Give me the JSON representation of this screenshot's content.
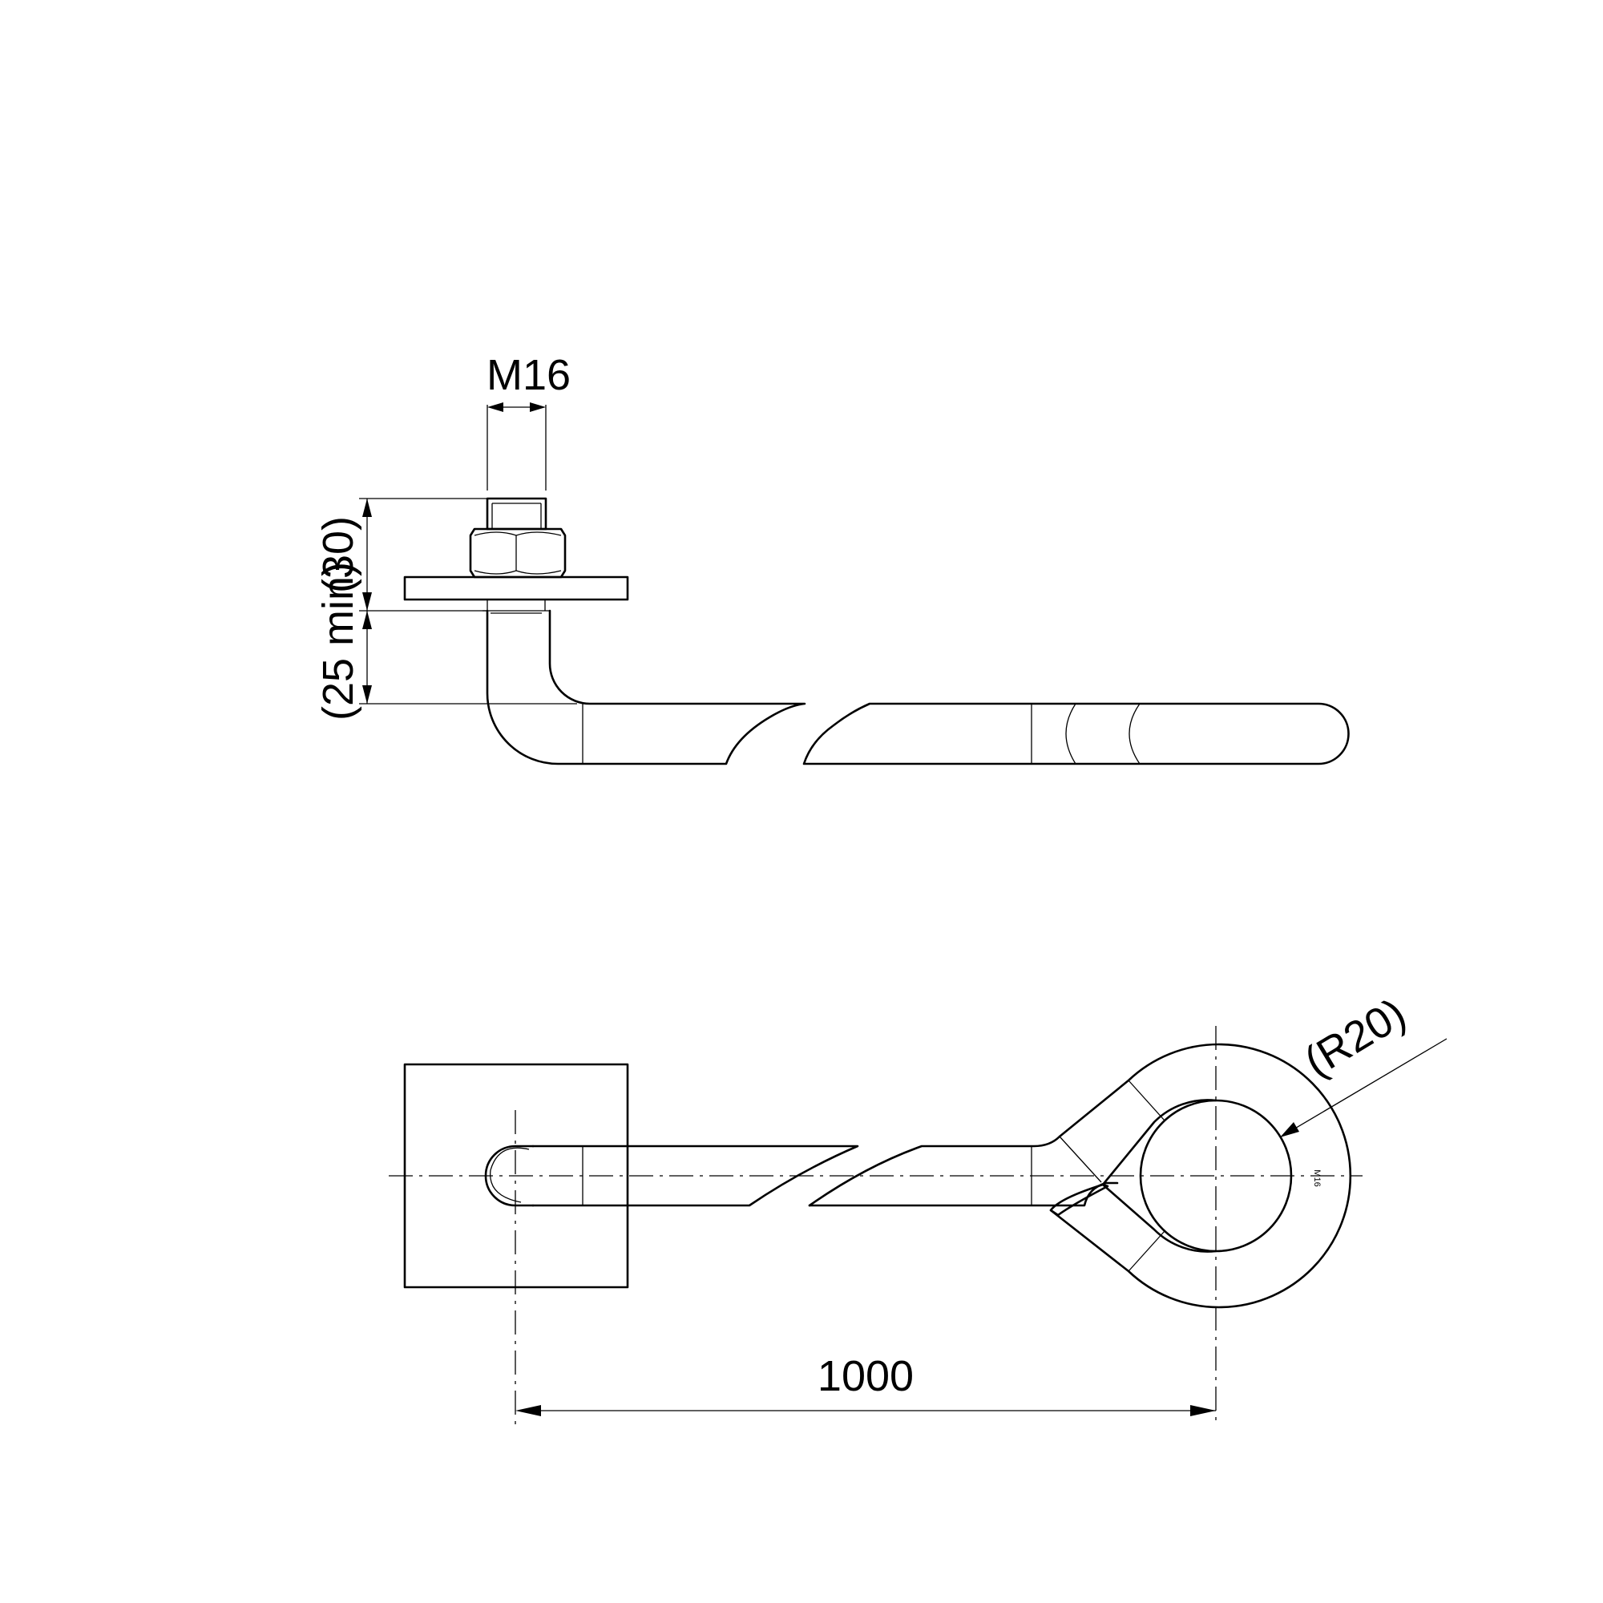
{
  "dimensions": {
    "thread": "M16",
    "projection": "(30)",
    "embed": "(25 min)",
    "length": "1000",
    "radius": "(R20)"
  },
  "marking": "M16"
}
